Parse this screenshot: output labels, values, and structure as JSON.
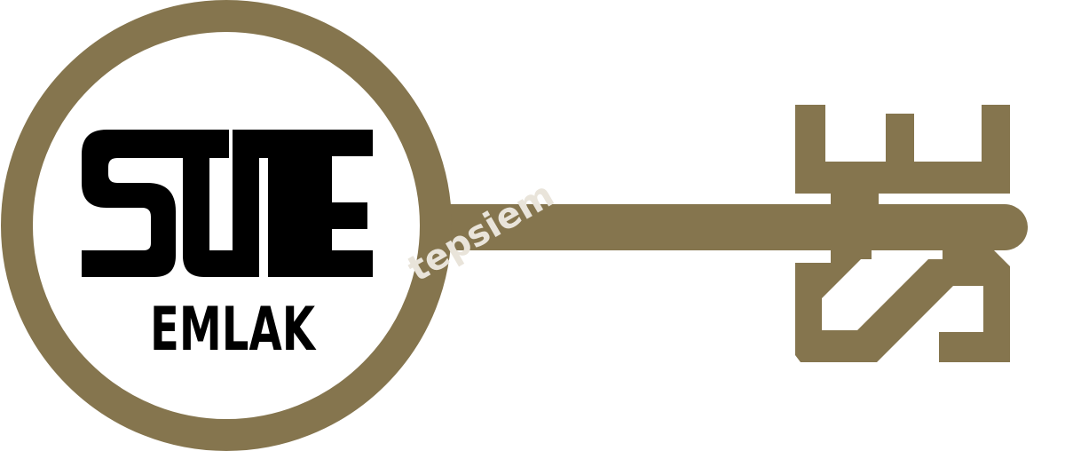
{
  "logo": {
    "brand_word": "SUITE",
    "sub_word": "EMLAK",
    "watermark": "tepsiem",
    "icon": "key-icon"
  },
  "colors": {
    "key_gold": "#85754e",
    "ring_fill": "#ffffff",
    "text": "#000000",
    "watermark": "#e9e4da"
  }
}
